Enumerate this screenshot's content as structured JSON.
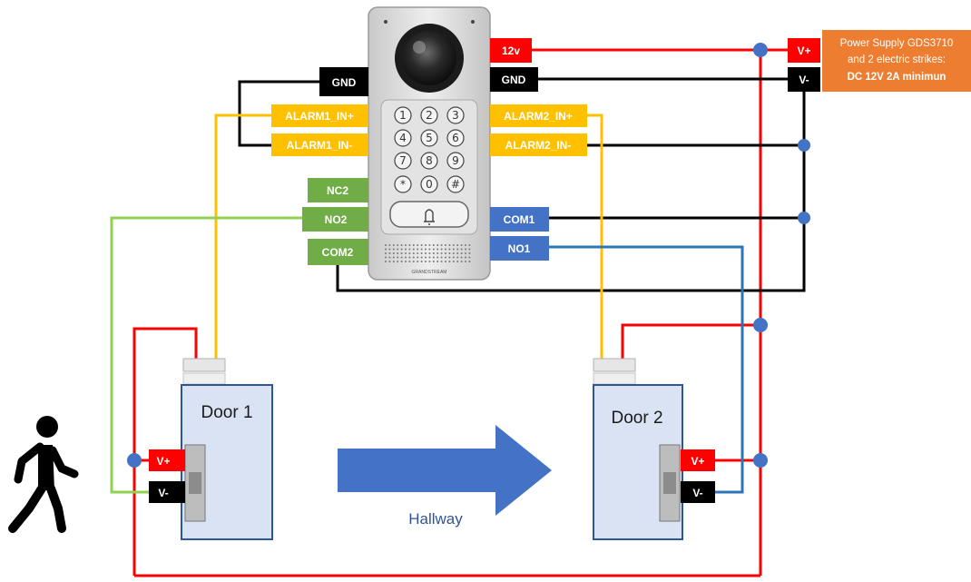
{
  "device": {
    "brand": "GRANDSTREAM",
    "keys": [
      "1",
      "2",
      "3",
      "4",
      "5",
      "6",
      "7",
      "8",
      "9",
      "*",
      "0",
      "#"
    ]
  },
  "labels": {
    "gnd_left": "GND",
    "v12": "12v",
    "gnd_right": "GND",
    "alarm1_in_plus": "ALARM1_IN+",
    "alarm1_in_minus": "ALARM1_IN-",
    "alarm2_in_plus": "ALARM2_IN+",
    "alarm2_in_minus": "ALARM2_IN-",
    "nc2": "NC2",
    "no2": "NO2",
    "com2": "COM2",
    "com1": "COM1",
    "no1": "NO1",
    "ps_vplus": "V+",
    "ps_vminus": "V-",
    "door1_vplus": "V+",
    "door1_vminus": "V-",
    "door2_vplus": "V+",
    "door2_vminus": "V-"
  },
  "power_supply": {
    "line1": "Power Supply GDS3710",
    "line2": "and 2 electric strikes:",
    "line3": "DC 12V 2A minimun"
  },
  "doors": {
    "door1_title": "Door 1",
    "door2_title": "Door 2"
  },
  "hallway": "Hallway",
  "icons": [
    "person-walking-icon",
    "arrow-right-icon",
    "bell-icon",
    "camera-lens-icon"
  ],
  "colors": {
    "red": "#ff0000",
    "black": "#000000",
    "alarm_yellow": "#ffc000",
    "relay_green": "#70ad47",
    "relay_blue": "#4472c4",
    "wire_yellow": "#ffc000",
    "wire_green": "#92d050",
    "wire_blue": "#2e75b6",
    "ps_orange": "#ed7d31",
    "door_fill": "#dae3f3",
    "door_stroke": "#2f5597",
    "junction": "#4472c4"
  }
}
